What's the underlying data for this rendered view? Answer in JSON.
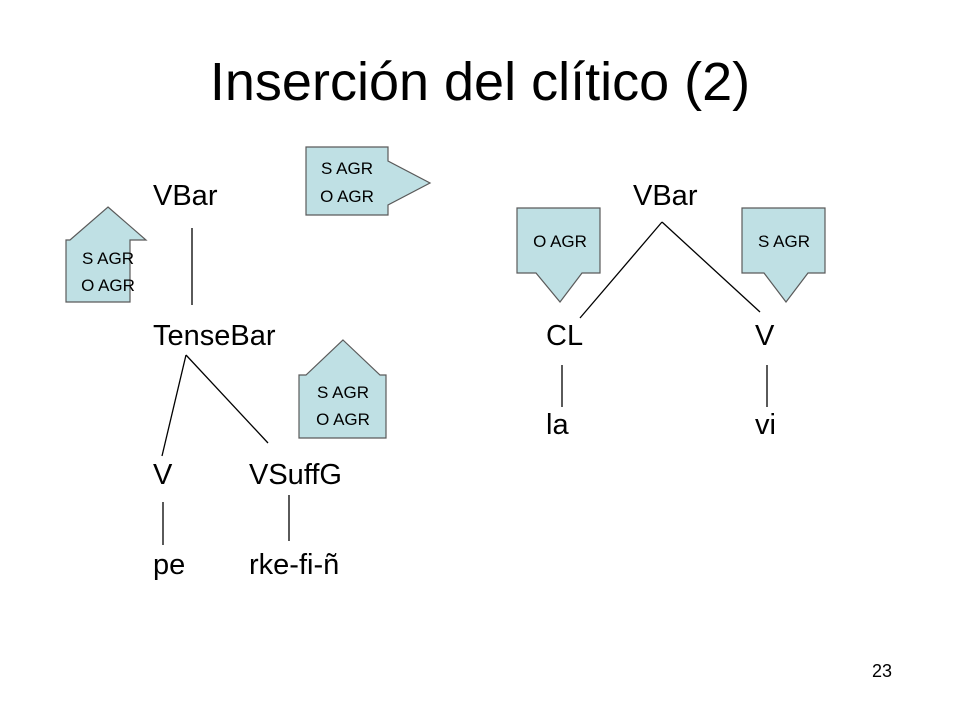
{
  "title": "Inserción del clítico (2)",
  "page_number": "23",
  "colors": {
    "arrow_fill": "#bfe0e4",
    "arrow_stroke": "#5a5a5a",
    "line": "#000000"
  },
  "left_tree": {
    "root": "VBar",
    "tense": "TenseBar",
    "verb": "V",
    "suffix": "VSuffG",
    "verb_leaf": "pe",
    "suffix_leaf": "rke-fi-ñ"
  },
  "right_tree": {
    "root": "VBar",
    "clitic": "CL",
    "verb": "V",
    "clitic_leaf": "la",
    "verb_leaf": "vi"
  },
  "arrows": {
    "up_left": {
      "line1": "S AGR",
      "line2": "O AGR"
    },
    "up_mid": {
      "line1": "S AGR",
      "line2": "O AGR"
    },
    "right": {
      "line1": "S AGR",
      "line2": "O AGR"
    },
    "down_o": {
      "line1": "O AGR"
    },
    "down_s": {
      "line1": "S AGR"
    }
  }
}
